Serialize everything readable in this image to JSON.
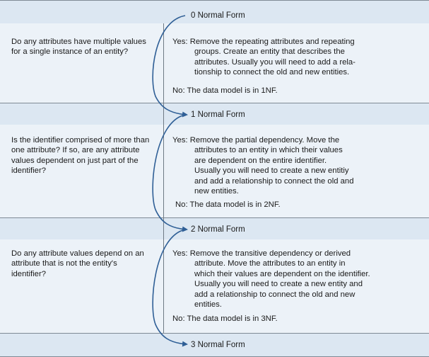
{
  "stages": [
    "0 Normal Form",
    "1 Normal Form",
    "2 Normal Form",
    "3 Normal Form"
  ],
  "steps": [
    {
      "question": "Do any attributes have multiple values for a single instance of an entity?",
      "yes_prefix": "Yes:",
      "yes_lines": [
        "Remove the repeating attributes and repeating",
        "groups. Create an entity that describes the",
        "attributes. Usually you will need to add a rela-",
        "tionship to connect the old and new entities."
      ],
      "no": "No: The data model is in 1NF."
    },
    {
      "question": "Is the identifier comprised of more than one attribute? If so, are any attribute values dependent on just part of the identifier?",
      "yes_prefix": "Yes:",
      "yes_lines": [
        "Remove the partial dependency. Move the",
        "attributes to an entity in which their values",
        "are dependent on the entire identifier.",
        "Usually you will need to create a new entitiy",
        "and add a relationship to connect the old and",
        "new entities."
      ],
      "no": "No: The data model is in 2NF."
    },
    {
      "question": "Do any attribute values depend on an attribute that is not the entity's identifier?",
      "yes_prefix": "Yes:",
      "yes_lines": [
        "Remove the transitive dependency or derived",
        "attribute. Move the attributes to an entity in",
        "which their values are dependent on the identifier.",
        "Usually you will need to create a new entity and",
        "add a relationship to connect the old and new",
        "entities."
      ],
      "no": "No: The data model is in 3NF."
    }
  ],
  "colors": {
    "band": "#dce7f2",
    "panel": "#ecf2f8",
    "arrow": "#2f5f96",
    "rule": "#6f7a85"
  }
}
